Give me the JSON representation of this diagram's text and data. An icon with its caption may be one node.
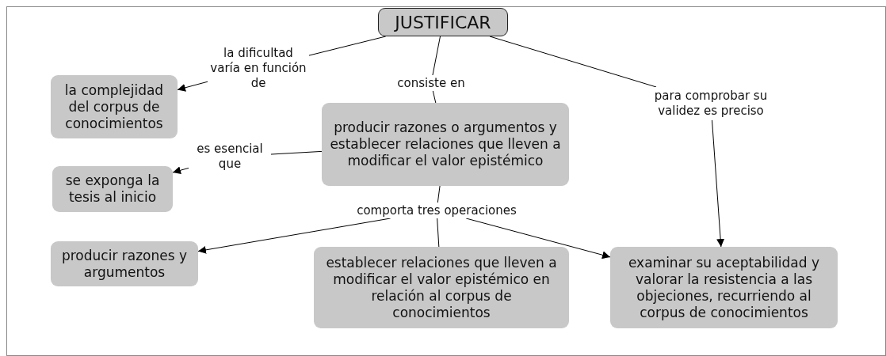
{
  "diagram": {
    "nodes": [
      {
        "text": [
          "JUSTIFICAR"
        ]
      },
      {
        "text": [
          "la dificultad varía en función de"
        ]
      },
      {
        "text": [
          "la complejidad del corpus de conocimientos"
        ]
      },
      {
        "text": [
          "consiste en"
        ]
      },
      {
        "text": [
          "producir razones o argumentos y establecer relaciones que lleven a modificar el valor epistémico"
        ]
      },
      {
        "text": [
          "para comprobar su validez es preciso"
        ]
      },
      {
        "text": [
          "es esencial que"
        ]
      },
      {
        "text": [
          "se exponga la tesis al inicio"
        ]
      },
      {
        "text": [
          "comporta tres operaciones"
        ]
      },
      {
        "text": [
          "producir razones y argumentos"
        ]
      },
      {
        "text": [
          "establecer relaciones que lleven a modificar el valor epistémico en relación al corpus de conocimientos"
        ]
      },
      {
        "text": [
          "examinar su aceptabilidad y valorar la resistencia a las objeciones, recurriendo al corpus de conocimientos"
        ]
      }
    ],
    "edges": [
      {
        "from": 0,
        "to": 1,
        "arrow": "none"
      },
      {
        "from": 1,
        "to": 2,
        "arrow": "to"
      },
      {
        "from": 0,
        "to": 3,
        "arrow": "none"
      },
      {
        "from": 3,
        "to": 4,
        "arrow": "none"
      },
      {
        "from": 0,
        "to": 5,
        "arrow": "none"
      },
      {
        "from": 5,
        "to": 11,
        "arrow": "to"
      },
      {
        "from": 4,
        "to": 6,
        "arrow": "none"
      },
      {
        "from": 6,
        "to": 7,
        "arrow": "to"
      },
      {
        "from": 4,
        "to": 8,
        "arrow": "none"
      },
      {
        "from": 8,
        "to": 9,
        "arrow": "to"
      },
      {
        "from": 8,
        "to": 10,
        "arrow": "none"
      },
      {
        "from": 8,
        "to": 11,
        "arrow": "to"
      }
    ]
  }
}
